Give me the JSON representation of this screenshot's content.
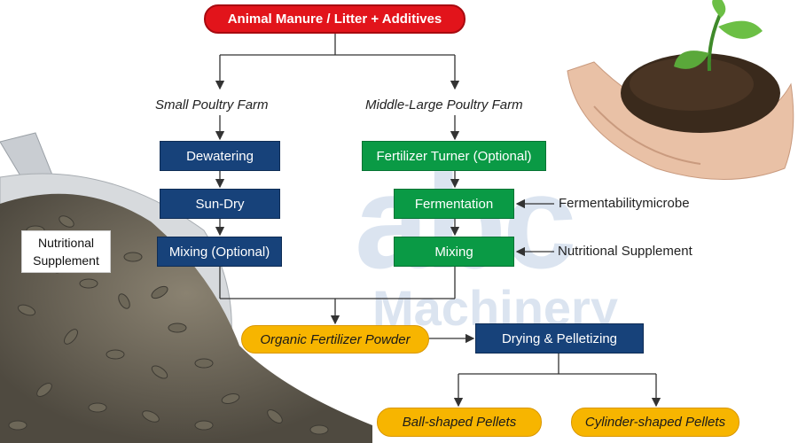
{
  "nodes": {
    "source": "Animal  Manure / Litter   +    Additives",
    "dewatering": "Dewatering",
    "sun_dry": "Sun-Dry",
    "mixing_optional": "Mixing (Optional)",
    "fertilizer_turner": "Fertilizer Turner (Optional)",
    "fermentation": "Fermentation",
    "mixing": "Mixing",
    "organic_powder": "Organic Fertilizer Powder",
    "drying": "Drying & Pelletizing",
    "ball_pellets": "Ball-shaped Pellets",
    "cylinder_pellets": "Cylinder-shaped Pellets"
  },
  "labels": {
    "small_farm": "Small Poultry Farm",
    "large_farm": "Middle-Large  Poultry Farm",
    "fermentability": "Fermentabilitymicrobe",
    "nutritional_supplement": "Nutritional Supplement"
  },
  "callout": {
    "line1": "Nutritional",
    "line2": "Supplement"
  },
  "watermark": {
    "logo": "abc",
    "brand": "Machinery"
  },
  "colors": {
    "blue": "#17427a",
    "green": "#0a9a45",
    "red": "#e2141b",
    "gold": "#f7b500"
  }
}
